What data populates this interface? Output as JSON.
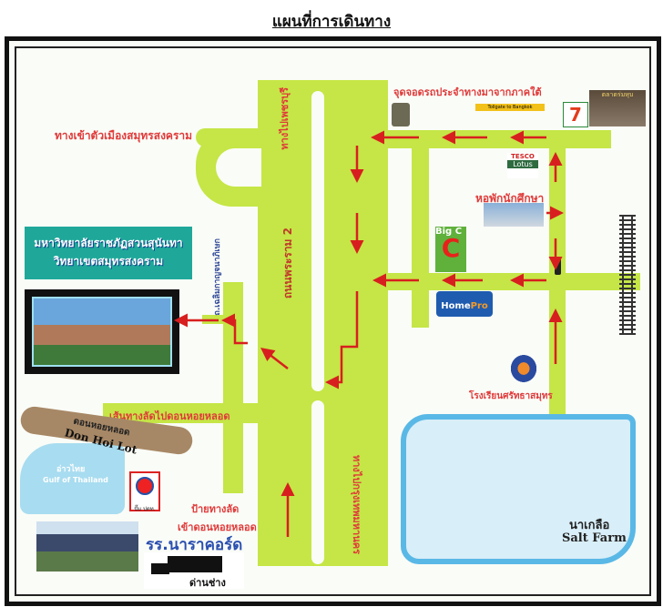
{
  "title": "แผนที่การเดินทาง",
  "labels": {
    "to_city": "ทางเข้าตัวเมืองสมุทรสงคราม",
    "to_phetchaburi": "ทางไปเพชรบุรี",
    "rama2": "ถนนพระราม 2",
    "to_bangkok": "ทางไปกรุงเทพมหานคร",
    "bus_stop": "จุดจอดรถประจำทางมาจากภาคใต้",
    "dorm": "หอพักนักศึกษา",
    "school_srakra": "โรงเรียนศรัทธาสมุทร",
    "shortcut_road": "เส้นทางลัดไปดอนหอยหลอด",
    "shortcut_sign_1": "ป้ายทางลัด",
    "shortcut_sign_2": "เข้าดอนหอยหลอด",
    "narathorn": "รร.นาราคอร์ด",
    "side_road": "ถ.เฉลิมกาญจนาภิเษก",
    "salt_th": "นาเกลือ",
    "salt_en": "Salt Farm",
    "don_hoi_lot_th": "ดอนหอยหลอด",
    "don_hoi_lot_en": "Don Hoi Lot",
    "gulf_th": "อ่าวไทย",
    "gulf_en": "Gulf of Thailand",
    "ptt": "ปั๊ม ปตท.",
    "checkpoint": "ด่านช่าง",
    "market": "ตลาดร่มหุบ",
    "bus_sign": "Tollgate to Bangkok"
  },
  "university": {
    "line1": "มหาวิทยาลัยราชภัฏสวนสุนันทา",
    "line2": "วิทยาเขตสมุทรสงคราม"
  },
  "brands": {
    "tesco": "TESCO",
    "lotus": "Lotus",
    "bigc": "Big C",
    "homepro_a": "Home",
    "homepro_b": "Pro",
    "seven": "7"
  },
  "colors": {
    "road": "#c5e646",
    "arrow": "#d81f1f",
    "label": "#e03a3a",
    "uni_box": "#1fa89a"
  }
}
